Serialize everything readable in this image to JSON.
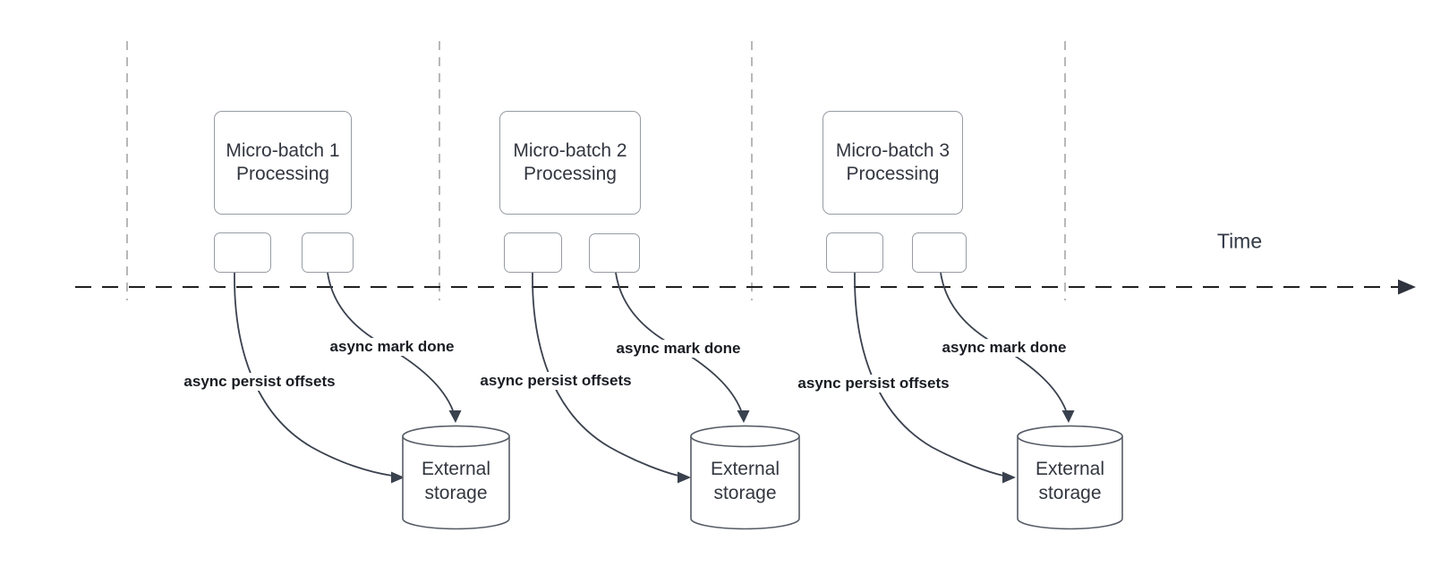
{
  "diagram": {
    "time_axis": {
      "label": "Time"
    },
    "colors": {
      "node_border": "#979ca3",
      "node_text": "#32363f",
      "edge_stroke": "#3a414e",
      "edge_label_text": "#191c22",
      "timeline_stroke": "#202020",
      "guide_stroke": "#b8b8b8",
      "background": "#ffffff"
    },
    "groups": [
      {
        "title": "Micro-batch 1\nProcessing",
        "persist_label": "async persist offsets",
        "done_label": "async mark done",
        "storage_label": "External\nstorage"
      },
      {
        "title": "Micro-batch 2\nProcessing",
        "persist_label": "async persist offsets",
        "done_label": "async mark done",
        "storage_label": "External\nstorage"
      },
      {
        "title": "Micro-batch 3\nProcessing",
        "persist_label": "async persist offsets",
        "done_label": "async mark done",
        "storage_label": "External\nstorage"
      }
    ]
  }
}
